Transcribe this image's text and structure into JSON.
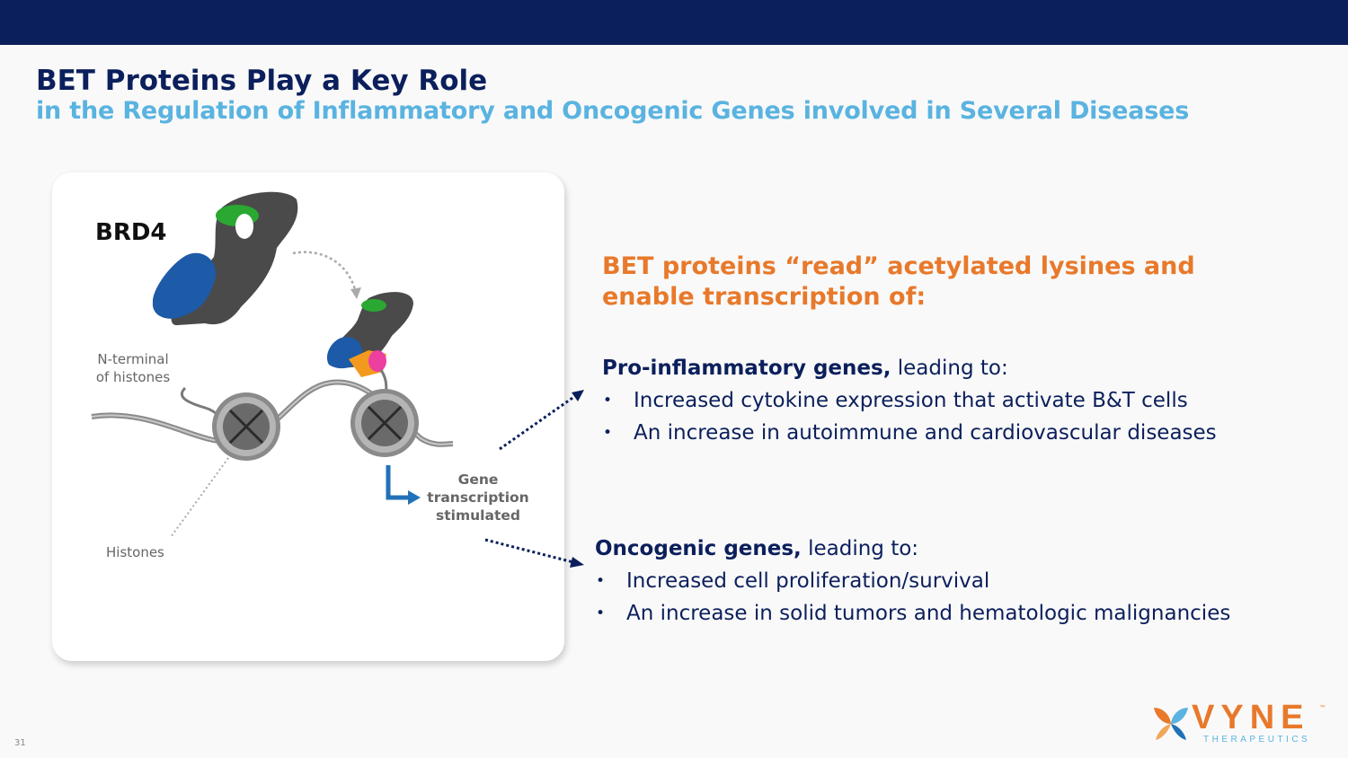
{
  "header": {
    "title": "BET Proteins Play a Key Role",
    "subtitle": "in the Regulation of Inflammatory and Oncogenic Genes involved in Several Diseases"
  },
  "diagram": {
    "protein_label": "BRD4",
    "nterminal_label": "N-terminal\nof histones",
    "histones_label": "Histones",
    "gene_label": "Gene\ntranscription\nstimulated"
  },
  "content": {
    "headline": "BET proteins “read” acetylated lysines and enable transcription of:",
    "sections": [
      {
        "heading_bold": "Pro-inflammatory genes,",
        "heading_rest": " leading to:",
        "bullets": [
          "Increased cytokine expression that activate B&T cells",
          "An increase in autoimmune and cardiovascular diseases"
        ]
      },
      {
        "heading_bold": "Oncogenic genes,",
        "heading_rest": " leading to:",
        "bullets": [
          "Increased cell proliferation/survival",
          "An increase in solid tumors and hematologic malignancies"
        ]
      }
    ]
  },
  "footer": {
    "page_number": "31",
    "logo_text": "VYNE",
    "logo_tm": "™",
    "logo_subtext": "THERAPEUTICS"
  },
  "colors": {
    "navy": "#0b1f5c",
    "light_blue": "#5ab3e0",
    "orange": "#e8792b"
  }
}
